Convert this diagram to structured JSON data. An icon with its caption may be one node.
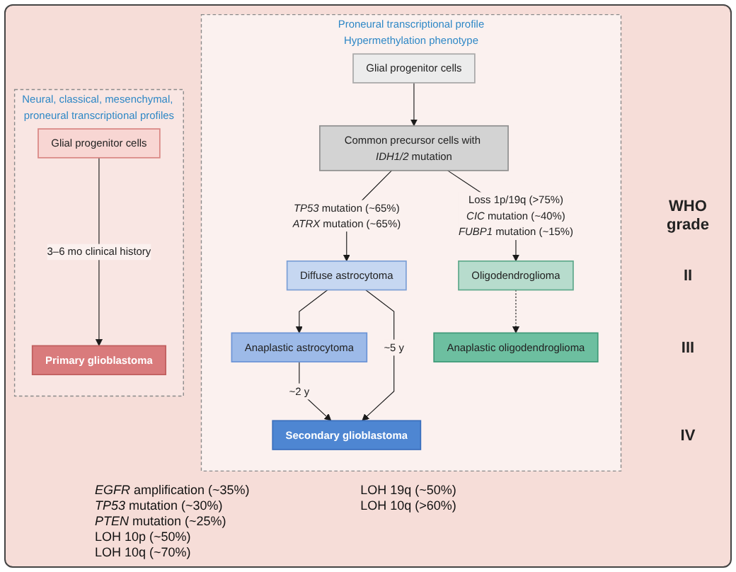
{
  "diagram": {
    "nodes": [
      {
        "text": [
          "Neural, classical, mesenchymal, proneural transcriptional profiles"
        ]
      },
      {
        "text": [
          "Glial progenitor cells"
        ],
        "in": 0
      },
      {
        "text": [
          "Primary glioblastoma"
        ],
        "in": 0
      },
      {
        "text": [
          "Proneural transcriptional profile",
          "Hypermethylation phenotype"
        ]
      },
      {
        "text": [
          "Glial progenitor cells"
        ],
        "in": 3
      },
      {
        "text": [
          "Common precursor cells with *IDH1/2* mutation"
        ],
        "in": 3
      },
      {
        "text": [
          "Diffuse astrocytoma"
        ],
        "in": 3
      },
      {
        "text": [
          "Oligodendroglioma"
        ],
        "in": 3
      },
      {
        "text": [
          "Anaplastic astrocytoma"
        ],
        "in": 3
      },
      {
        "text": [
          "Anaplastic oligodendroglioma"
        ],
        "in": 3
      },
      {
        "text": [
          "Secondary glioblastoma"
        ],
        "in": 3
      }
    ],
    "edges": [
      {
        "from": 1,
        "to": 2,
        "arrow": "to",
        "label": "3–6 mo clinical history"
      },
      {
        "from": 4,
        "to": 5,
        "arrow": "to"
      },
      {
        "from": 5,
        "to": 6,
        "arrow": "to",
        "label": "*TP53* mutation (~65%) *ATRX* mutation (~65%)"
      },
      {
        "from": 5,
        "to": 7,
        "arrow": "to",
        "label": "Loss 1p/19q (>75%) *CIC* mutation (~40%) *FUBP1* mutation (~15%)"
      },
      {
        "from": 6,
        "to": 8,
        "arrow": "to"
      },
      {
        "from": 7,
        "to": 9,
        "arrow": "to",
        "style": "dashed"
      },
      {
        "from": 6,
        "to": 10,
        "arrow": "to",
        "label": "~5 y"
      },
      {
        "from": 8,
        "to": 10,
        "arrow": "to",
        "label": "~2 y"
      }
    ],
    "labels": [
      "*EGFR* amplification (~35%)",
      "*TP53* mutation (~30%)",
      "*PTEN* mutation (~25%)",
      "LOH 10p (~50%)",
      "LOH 10q (~70%)",
      "LOH 19q (~50%)",
      "LOH 10q (>60%)",
      "WHO grade",
      "II",
      "III",
      "IV"
    ]
  }
}
